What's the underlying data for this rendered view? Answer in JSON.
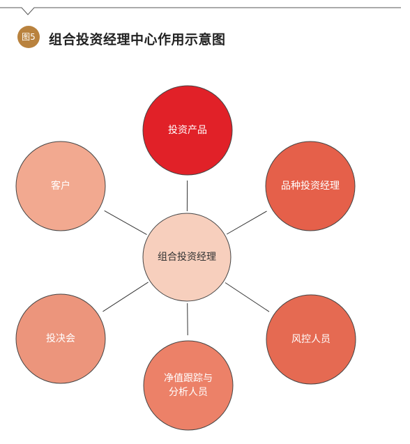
{
  "figure": {
    "badge": "图5",
    "title": "组合投资经理中心作用示意图"
  },
  "diagram": {
    "center": {
      "label": "组合投资经理",
      "color": "#f7cfbd",
      "text_color": "#333333"
    },
    "satellites": [
      {
        "id": "product",
        "label": "投资产品",
        "color": "#e12128",
        "text_color": "#ffffff"
      },
      {
        "id": "variety-manager",
        "label": "品种投资经理",
        "color": "#e5604a",
        "text_color": "#ffffff"
      },
      {
        "id": "risk-staff",
        "label": "风控人员",
        "color": "#e56a52",
        "text_color": "#ffffff"
      },
      {
        "id": "tracking-staff",
        "label": "净值跟踪与\n分析人员",
        "color": "#ec8168",
        "text_color": "#ffffff"
      },
      {
        "id": "committee",
        "label": "投决会",
        "color": "#ec957c",
        "text_color": "#ffffff"
      },
      {
        "id": "client",
        "label": "客户",
        "color": "#f2a990",
        "text_color": "#ffffff"
      }
    ]
  },
  "colors": {
    "badge": "#b9823e",
    "line": "#333333",
    "outline": "#444444"
  }
}
